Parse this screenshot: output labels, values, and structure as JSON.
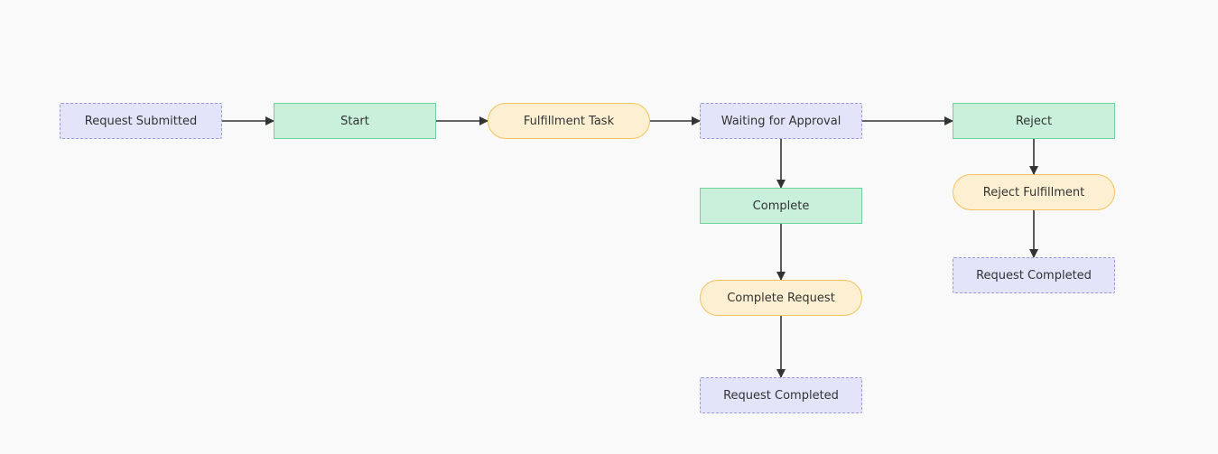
{
  "colors": {
    "background": "#f9f9f9",
    "edge": "#333333",
    "event_fill": "#e3e4f9",
    "event_border": "#9c9bd6",
    "action_fill": "#c8f0da",
    "action_border": "#6fd49a",
    "task_fill": "#fdf0d2",
    "task_border": "#f3c25c"
  },
  "nodes": [
    {
      "id": "request-submitted",
      "label": "Request Submitted",
      "kind": "event"
    },
    {
      "id": "start",
      "label": "Start",
      "kind": "action"
    },
    {
      "id": "fulfillment-task",
      "label": "Fulfillment Task",
      "kind": "task"
    },
    {
      "id": "waiting-for-approval",
      "label": "Waiting for Approval",
      "kind": "event"
    },
    {
      "id": "reject",
      "label": "Reject",
      "kind": "action"
    },
    {
      "id": "complete",
      "label": "Complete",
      "kind": "action"
    },
    {
      "id": "reject-fulfillment",
      "label": "Reject Fulfillment",
      "kind": "task"
    },
    {
      "id": "request-completed-reject",
      "label": "Request Completed",
      "kind": "event"
    },
    {
      "id": "complete-request",
      "label": "Complete Request",
      "kind": "task"
    },
    {
      "id": "request-completed-complete",
      "label": "Request Completed",
      "kind": "event"
    }
  ],
  "edges": [
    {
      "from": "request-submitted",
      "to": "start"
    },
    {
      "from": "start",
      "to": "fulfillment-task"
    },
    {
      "from": "fulfillment-task",
      "to": "waiting-for-approval"
    },
    {
      "from": "waiting-for-approval",
      "to": "reject"
    },
    {
      "from": "waiting-for-approval",
      "to": "complete"
    },
    {
      "from": "reject",
      "to": "reject-fulfillment"
    },
    {
      "from": "reject-fulfillment",
      "to": "request-completed-reject"
    },
    {
      "from": "complete",
      "to": "complete-request"
    },
    {
      "from": "complete-request",
      "to": "request-completed-complete"
    }
  ]
}
